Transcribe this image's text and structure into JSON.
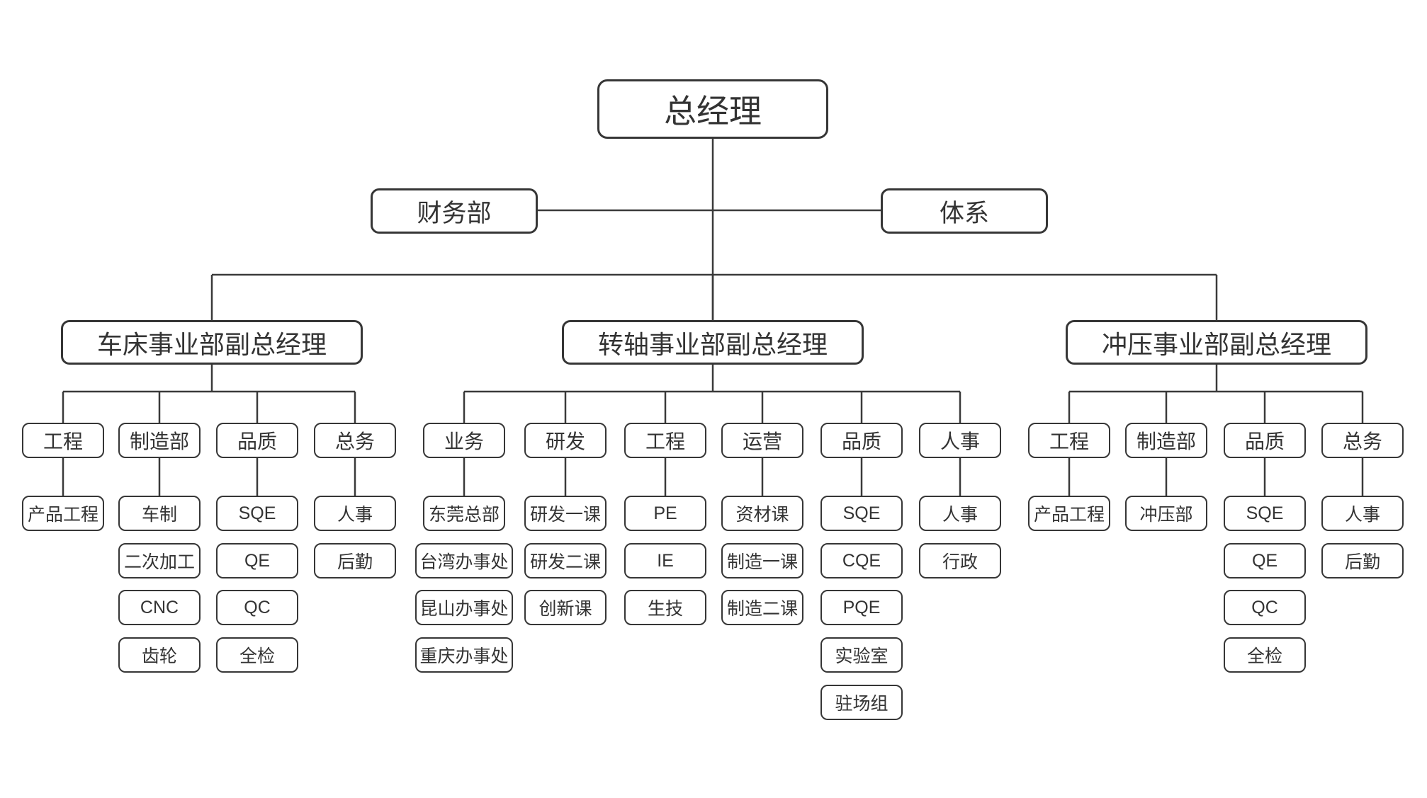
{
  "colors": {
    "background": "#ffffff",
    "line": "#3a3a3a",
    "box_border": "#363636",
    "text": "#333333"
  },
  "org_chart": {
    "root": {
      "label": "总经理"
    },
    "staff_nodes": [
      {
        "label": "财务部"
      },
      {
        "label": "体系"
      }
    ],
    "divisions": [
      {
        "label": "车床事业部副总经理",
        "departments": [
          {
            "label": "工程",
            "children": [
              "产品工程"
            ]
          },
          {
            "label": "制造部",
            "children": [
              "车制",
              "二次加工",
              "CNC",
              "齿轮"
            ]
          },
          {
            "label": "品质",
            "children": [
              "SQE",
              "QE",
              "QC",
              "全检"
            ]
          },
          {
            "label": "总务",
            "children": [
              "人事",
              "后勤"
            ]
          }
        ]
      },
      {
        "label": "转轴事业部副总经理",
        "departments": [
          {
            "label": "业务",
            "children": [
              "东莞总部",
              "台湾办事处",
              "昆山办事处",
              "重庆办事处"
            ]
          },
          {
            "label": "研发",
            "children": [
              "研发一课",
              "研发二课",
              "创新课"
            ]
          },
          {
            "label": "工程",
            "children": [
              "PE",
              "IE",
              "生技"
            ]
          },
          {
            "label": "运营",
            "children": [
              "资材课",
              "制造一课",
              "制造二课"
            ]
          },
          {
            "label": "品质",
            "children": [
              "SQE",
              "CQE",
              "PQE",
              "实验室",
              "驻场组"
            ]
          },
          {
            "label": "人事",
            "children": [
              "人事",
              "行政"
            ]
          }
        ]
      },
      {
        "label": "冲压事业部副总经理",
        "departments": [
          {
            "label": "工程",
            "children": [
              "产品工程"
            ]
          },
          {
            "label": "制造部",
            "children": [
              "冲压部"
            ]
          },
          {
            "label": "品质",
            "children": [
              "SQE",
              "QE",
              "QC",
              "全检"
            ]
          },
          {
            "label": "总务",
            "children": [
              "人事",
              "后勤"
            ]
          }
        ]
      }
    ]
  }
}
